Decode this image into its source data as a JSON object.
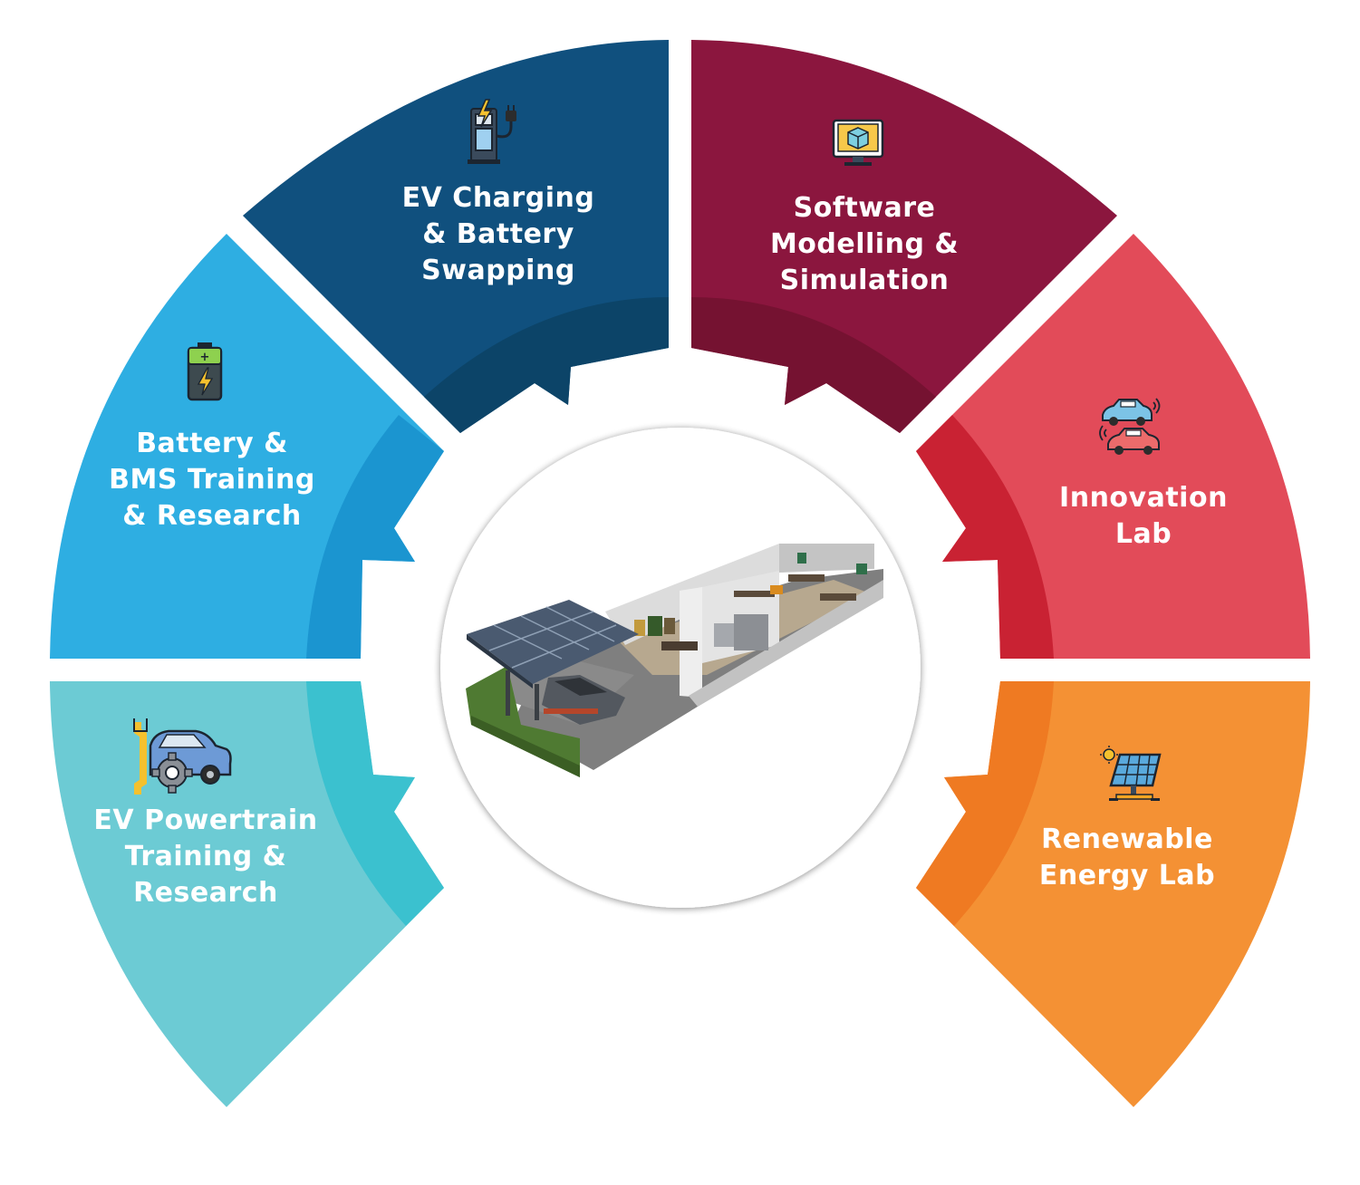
{
  "colors": {
    "ev_charging": "#10507e",
    "ev_charging_dark": "#0c4468",
    "software": "#8b163e",
    "software_dark": "#751231",
    "battery_bms": "#2eaee2",
    "battery_bms_dark": "#1b95d0",
    "innovation": "#e24b59",
    "innovation_dark": "#c92233",
    "powertrain": "#6ccbd4",
    "powertrain_dark": "#3bc1cf",
    "renewable": "#f49134",
    "renewable_dark": "#ef7a22"
  },
  "segments": [
    {
      "id": "ev-charging",
      "lines": [
        "EV Charging",
        "& Battery",
        "Swapping"
      ],
      "icon": "charging-station-icon"
    },
    {
      "id": "software",
      "lines": [
        "Software",
        "Modelling &",
        "Simulation"
      ],
      "icon": "computer-3d-cube-icon"
    },
    {
      "id": "battery-bms",
      "lines": [
        "Battery &",
        "BMS Training",
        "& Research"
      ],
      "icon": "battery-icon"
    },
    {
      "id": "innovation",
      "lines": [
        "Innovation",
        "Lab"
      ],
      "icon": "connected-cars-icon"
    },
    {
      "id": "powertrain",
      "lines": [
        "EV Powertrain",
        "Training &",
        "Research"
      ],
      "icon": "car-wrench-gear-icon"
    },
    {
      "id": "renewable",
      "lines": [
        "Renewable",
        "Energy Lab"
      ],
      "icon": "solar-panel-icon"
    }
  ],
  "center": {
    "image": "ev-lab-3d-floorplan-illustration"
  }
}
